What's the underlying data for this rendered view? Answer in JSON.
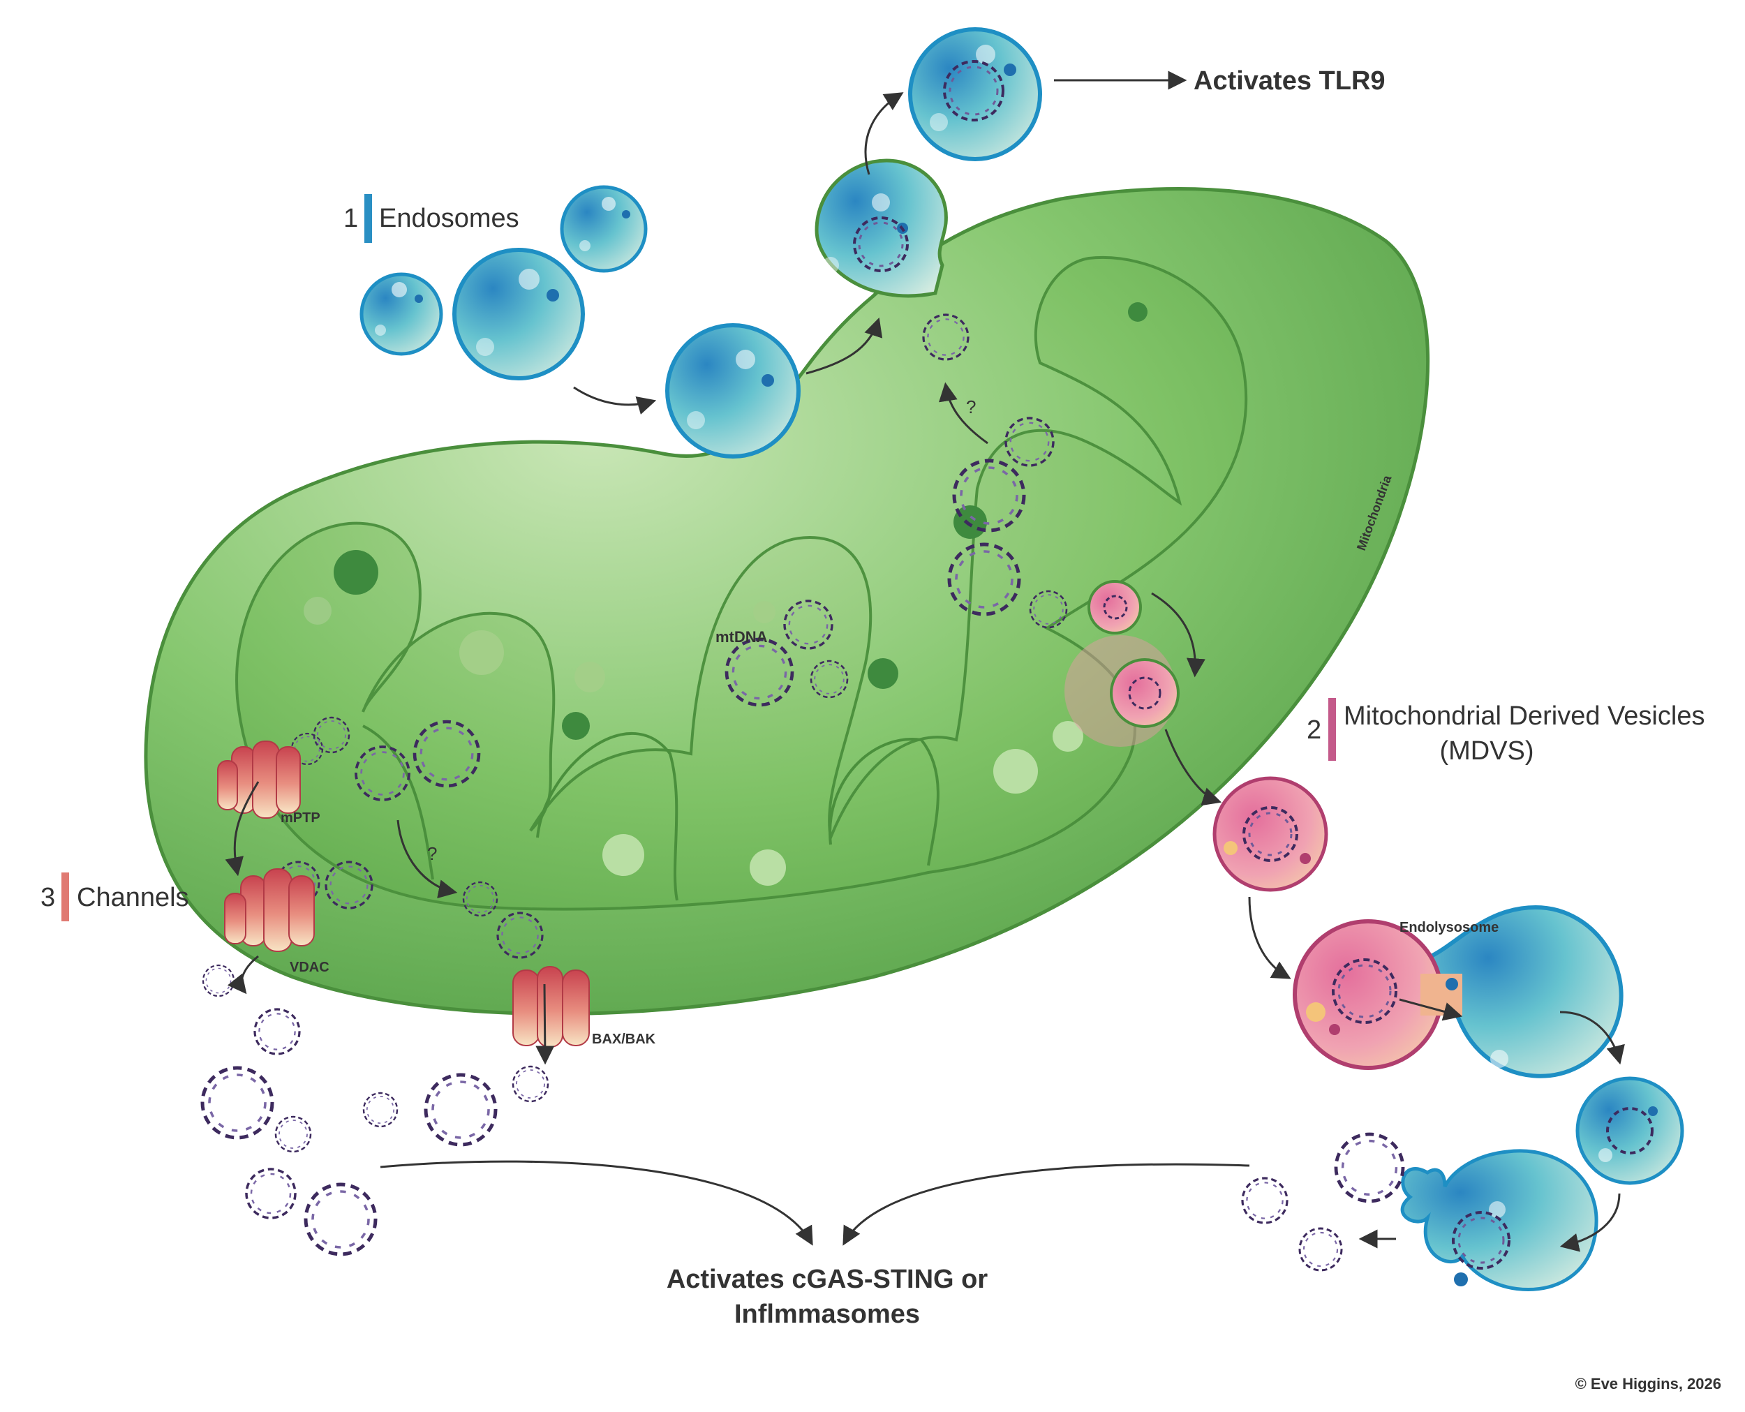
{
  "labels": {
    "tlr9": "Activates TLR9",
    "endosomes_num": "1",
    "endosomes": "Endosomes",
    "mdv_num": "2",
    "mdv_line1": "Mitochondrial Derived Vesicles",
    "mdv_line2": "(MDVS)",
    "channels_num": "3",
    "channels": "Channels",
    "mitochondria": "Mitochondria",
    "mtdna": "mtDNA",
    "mptp": "mPTP",
    "vdac": "VDAC",
    "baxbak": "BAX/BAK",
    "endolysosome": "Endolysosome",
    "question": "?",
    "cgas_line1": "Activates cGAS-STING or",
    "cgas_line2": "Inflmmasomes",
    "copyright": "© Eve Higgins, 2026"
  },
  "colors": {
    "mito_fill": "#7ec26a",
    "mito_stroke": "#4a8f3c",
    "endosome_fill": "#7fd0cf",
    "endosome_stroke": "#1e8fc4",
    "mdv_fill": "#e7799d",
    "channel_red": "#c8434f",
    "channel_cream": "#f6d9b3",
    "dna_purple": "#3d2a5e",
    "tag_blue": "#2a8fc3",
    "tag_pink": "#c45a8a",
    "tag_salmon": "#e07a72"
  }
}
